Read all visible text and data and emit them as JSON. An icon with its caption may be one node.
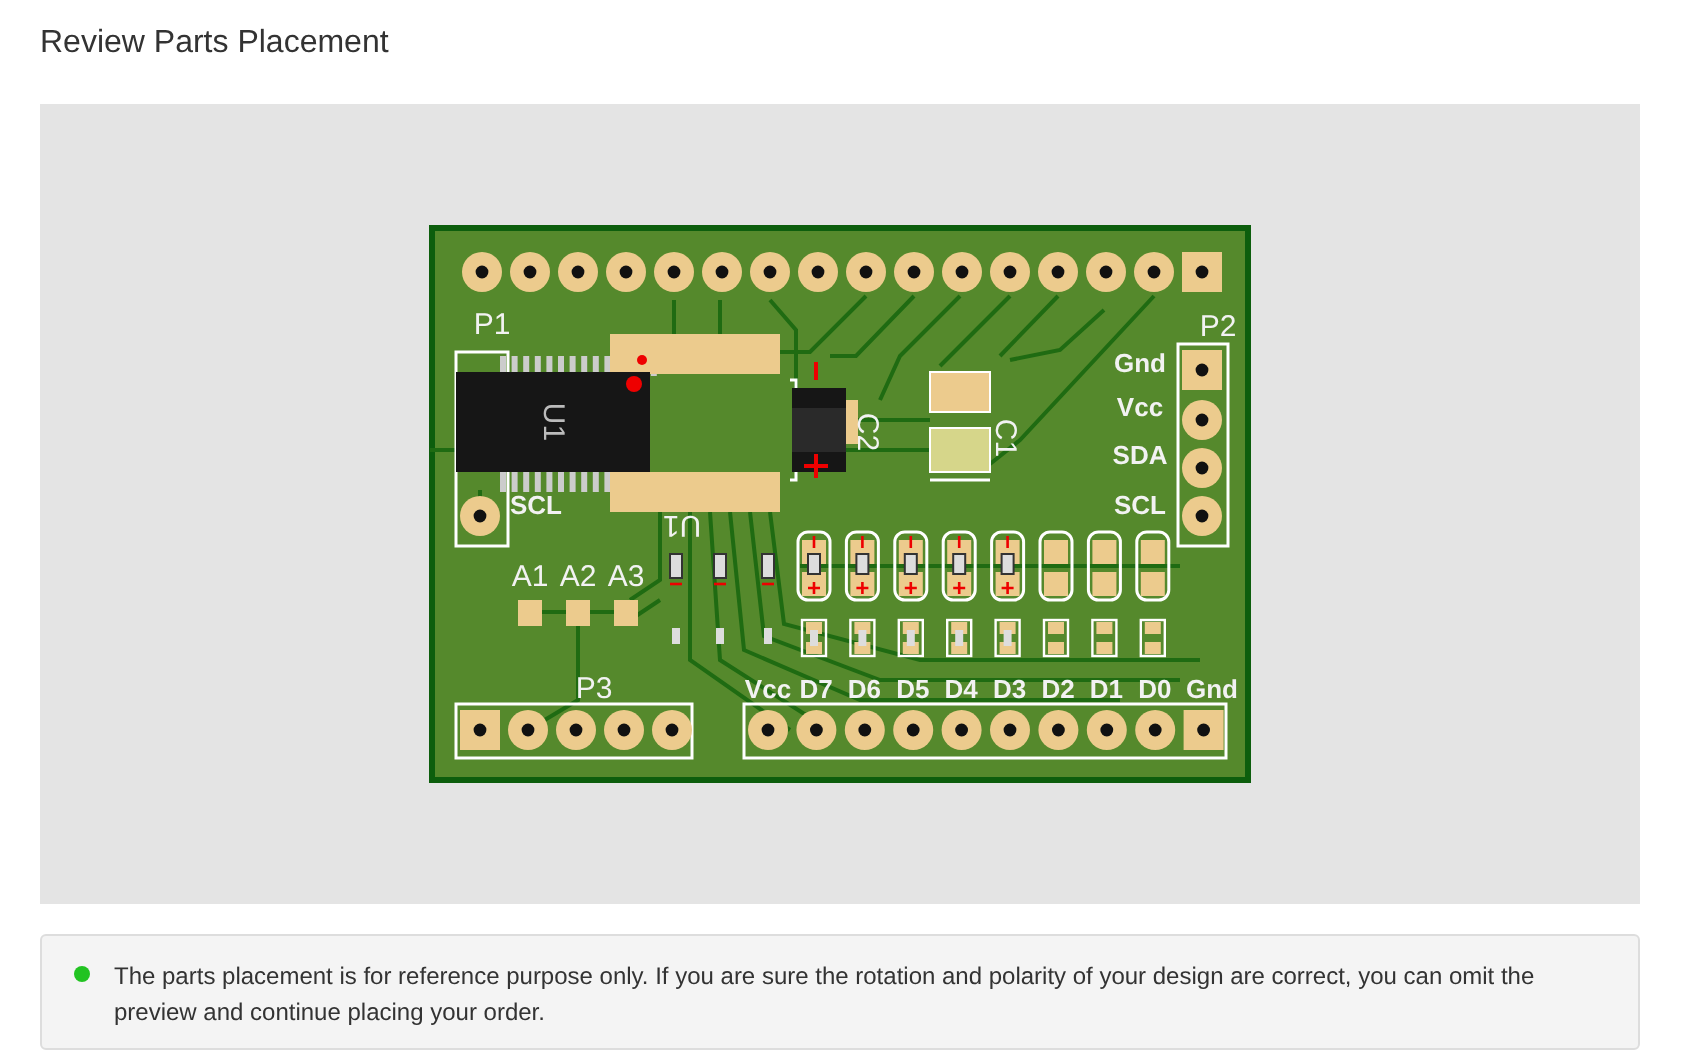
{
  "diagram": {
    "title": "Review Parts Placement",
    "caption": "The parts placement is for reference purpose only. If you are sure the rotation and polarity of your design are correct, you can omit the preview and continue placing your order.",
    "labels": [
      "P1",
      "U1",
      "SCL",
      "U1",
      "C2",
      "C1",
      "P2",
      "Gnd",
      "Vcc",
      "SDA",
      "SCL",
      "A1",
      "A2",
      "A3",
      "P3",
      "Vcc",
      "D7",
      "D6",
      "D5",
      "D4",
      "D3",
      "D2",
      "D1",
      "D0",
      "Gnd"
    ]
  }
}
